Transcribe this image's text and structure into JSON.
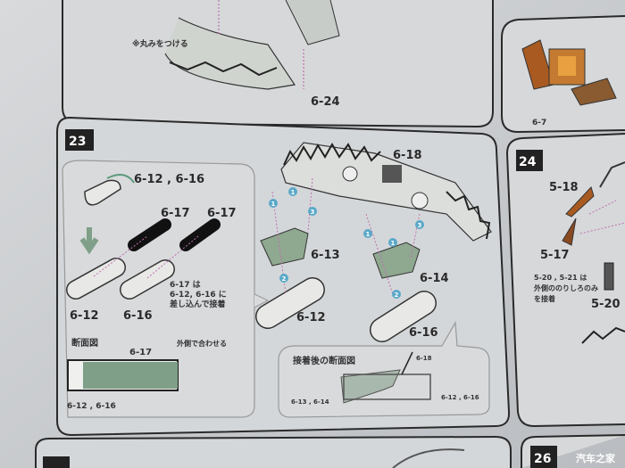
{
  "top": {
    "note": "※丸みをつける",
    "part_6_24": "6-24",
    "part_6_7": "6-7"
  },
  "step23": {
    "number": "23",
    "left": {
      "label_6_12_16": "6-12 , 6-16",
      "label_6_17_a": "6-17",
      "label_6_17_b": "6-17",
      "label_6_12": "6-12",
      "label_6_16": "6-16",
      "note_line1": "6-17 は",
      "note_line2": "6-12, 6-16 に",
      "note_line3": "差し込んで接着",
      "section_title": "断面図",
      "section_6_17": "6-17",
      "section_outer": "外側で合わせる",
      "section_6_12_16": "6-12 , 6-16"
    },
    "right": {
      "label_6_18": "6-18",
      "label_6_13": "6-13",
      "label_6_12": "6-12",
      "label_6_14": "6-14",
      "label_6_16": "6-16",
      "section_title": "接着後の断面図",
      "section_6_18": "6-18",
      "section_6_13_14": "6-13 , 6-14",
      "section_6_12_16": "6-12 , 6-16"
    },
    "glue_markers": [
      "1",
      "1",
      "2",
      "3",
      "1",
      "1",
      "2",
      "3"
    ]
  },
  "step24": {
    "number": "24",
    "label_5_18": "5-18",
    "label_5_17": "5-17",
    "note_line1": "5-20 , 5-21 は",
    "note_line2": "外側ののりしろのみ",
    "note_line3": "を接着",
    "label_5_20": "5-20"
  },
  "step26": {
    "number": "26"
  },
  "watermark": "汽车之家",
  "colors": {
    "paper": "#d3d6d9",
    "green": "#7f9f88",
    "pink": "#c070b0",
    "teal": "#5aa8c8",
    "orange": "#a85a20"
  }
}
